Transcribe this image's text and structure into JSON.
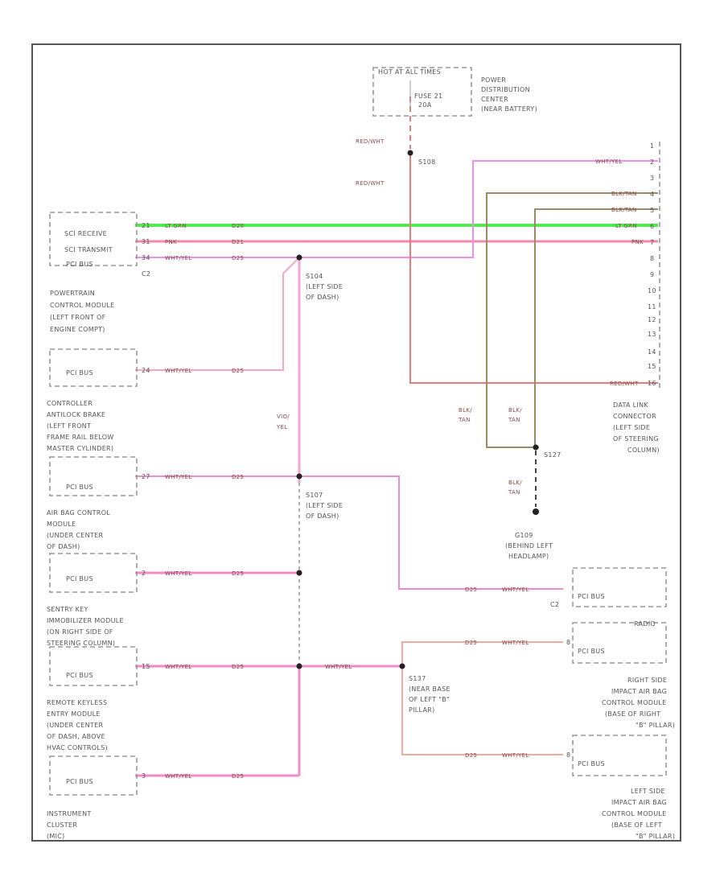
{
  "fuse_box": {
    "header": "HOT AT ALL TIMES",
    "fuse": "FUSE 21",
    "amps": "20A",
    "title": [
      "POWER",
      "DISTRIBUTION",
      "CENTER",
      "(NEAR BATTERY)"
    ]
  },
  "splices": {
    "s108": "S108",
    "s104": [
      "S104",
      "(LEFT SIDE",
      "OF DASH)"
    ],
    "s107": [
      "S107",
      "(LEFT SIDE",
      "OF DASH)"
    ],
    "s127": "S127",
    "s109": [
      "G109",
      "(BEHIND LEFT",
      "HEADLAMP)"
    ],
    "s137": [
      "S137",
      "(NEAR BASE",
      "OF LEFT \"B\"",
      "PILLAR)"
    ]
  },
  "wire_labels": {
    "red_wt_1": "RED/WHT",
    "red_wt_2": "RED/WHT",
    "yel": [
      "VIO/",
      "YEL"
    ],
    "blk_tan_1": [
      "BLK/",
      "TAN"
    ],
    "blk_tan_2": [
      "BLK/",
      "TAN"
    ],
    "blk_tan_3": [
      "BLK/",
      "TAN"
    ]
  },
  "pcm": {
    "pins": [
      "21",
      "31",
      "34"
    ],
    "wires": [
      "LT GRN",
      "PNK",
      "WHT/YEL"
    ],
    "circuits": [
      "D20",
      "D21",
      "D25"
    ],
    "signals": [
      "SCI RECEIVE",
      "SCI TRANSMIT",
      "PCI BUS"
    ],
    "connector": "C2",
    "title": [
      "POWERTRAIN",
      "CONTROL MODULE",
      "(LEFT FRONT OF",
      "ENGINE COMPT)"
    ]
  },
  "abs": {
    "pin": "24",
    "wire": "WHT/YEL",
    "circuit": "D25",
    "signal": "PCI BUS",
    "title": [
      "CONTROLLER",
      "ANTILOCK BRAKE",
      "(LEFT FRONT",
      "FRAME RAIL BELOW",
      "MASTER CYLINDER)"
    ]
  },
  "airbag": {
    "pin": "27",
    "wire": "WHT/YEL",
    "circuit": "D25",
    "signal": "PCI BUS",
    "title": [
      "AIR BAG CONTROL",
      "MODULE",
      "(UNDER CENTER",
      "OF DASH)"
    ]
  },
  "skim": {
    "pin": "2",
    "wire": "WHT/YEL",
    "circuit": "D25",
    "signal": "PCI BUS",
    "title": [
      "SENTRY KEY",
      "IMMOBILIZER MODULE",
      "(ON RIGHT SIDE OF",
      "STEERING COLUMN)"
    ]
  },
  "rke": {
    "pin": "15",
    "wire": "WHT/YEL",
    "circuit": "D25",
    "signal": "PCI BUS",
    "title": [
      "REMOTE KEYLESS",
      "ENTRY MODULE",
      "(UNDER CENTER",
      "OF DASH, ABOVE",
      "HVAC CONTROLS)"
    ]
  },
  "cluster": {
    "pin": "3",
    "wire": "WHT/YEL",
    "circuit": "D25",
    "signal": "PCI BUS",
    "title": [
      "INSTRUMENT",
      "CLUSTER",
      "(MIC)"
    ]
  },
  "mid_wire": {
    "wire": "WHT/YEL"
  },
  "dlc": {
    "pins": [
      "1",
      "2",
      "3",
      "4",
      "5",
      "6",
      "7",
      "8",
      "9",
      "10",
      "11",
      "12",
      "13",
      "14",
      "15",
      "16"
    ],
    "wires": {
      "p2": "WHT/YEL",
      "p4": "BLK/TAN",
      "p5": "BLK/TAN",
      "p6": "LT GRN",
      "p7": "PNK",
      "p16": "RED/WHT"
    },
    "title": [
      "DATA LINK",
      "CONNECTOR",
      "(LEFT SIDE",
      "OF STEERING",
      "COLUMN)"
    ]
  },
  "radio": {
    "circuit": "D25",
    "wire": "WHT/YEL",
    "signal": "PCI BUS",
    "connector": "C2"
  },
  "right_airbag": {
    "pin": "8",
    "circuit": "D25",
    "wire": "WHT/YEL",
    "signal": "PCI BUS",
    "header": "RADIO",
    "title": [
      "RIGHT SIDE",
      "IMPACT AIR BAG",
      "CONTROL MODULE",
      "(BASE OF RIGHT",
      "\"B\" PILLAR)"
    ]
  },
  "left_airbag": {
    "pin": "8",
    "circuit": "D25",
    "wire": "WHT/YEL",
    "signal": "PCI BUS",
    "title": [
      "LEFT SIDE",
      "IMPACT AIR BAG",
      "CONTROL MODULE",
      "(BASE OF LEFT",
      "\"B\" PILLAR)"
    ]
  },
  "colors": {
    "green": "#55e855",
    "pink": "#f08aa8",
    "magenta": "#f28ee8",
    "tan": "#9a8a66",
    "red": "#ec7a7a",
    "lightred": "#f3a8a0",
    "yellowpink": "#f5a6d0"
  }
}
